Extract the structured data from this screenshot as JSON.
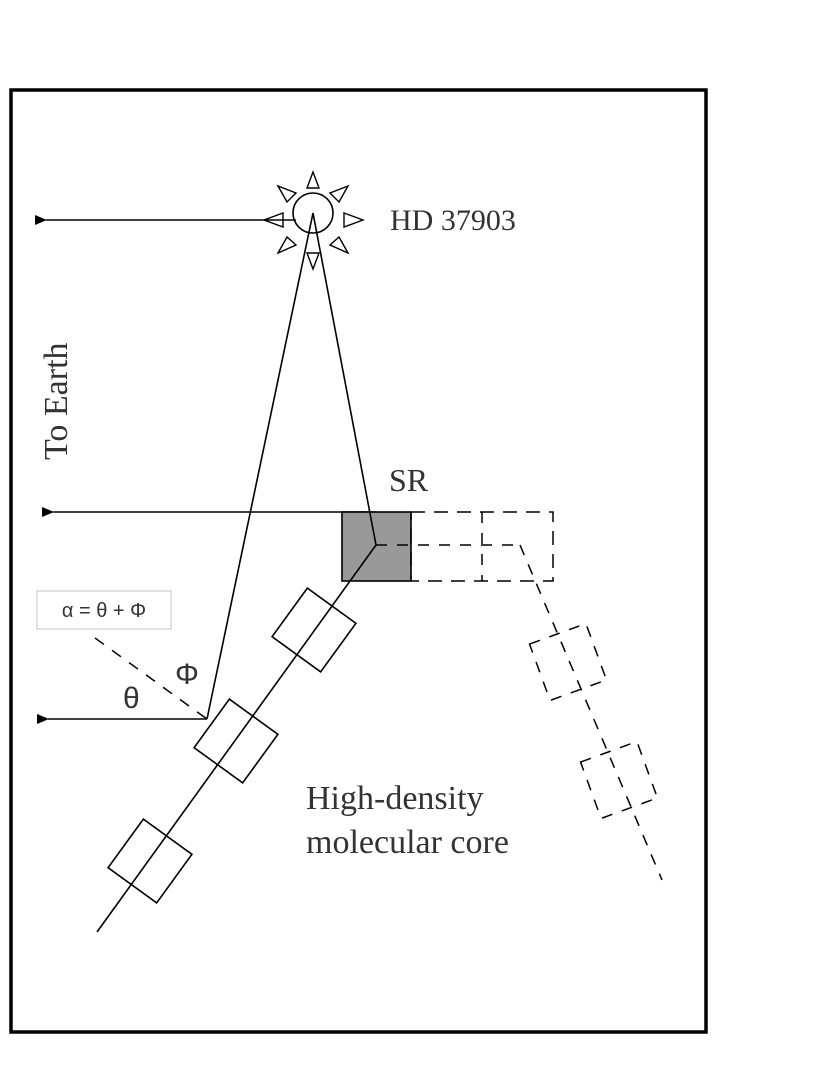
{
  "labels": {
    "star": "HD 37903",
    "earth": "To Earth",
    "sr": "SR",
    "core_line1": "High-density",
    "core_line2": "molecular core",
    "alpha_eq": "α = θ + Φ",
    "theta": "θ",
    "phi": "Φ"
  },
  "colors": {
    "sr_fill": "#999999",
    "stroke": "#000000",
    "text": "#333333"
  }
}
